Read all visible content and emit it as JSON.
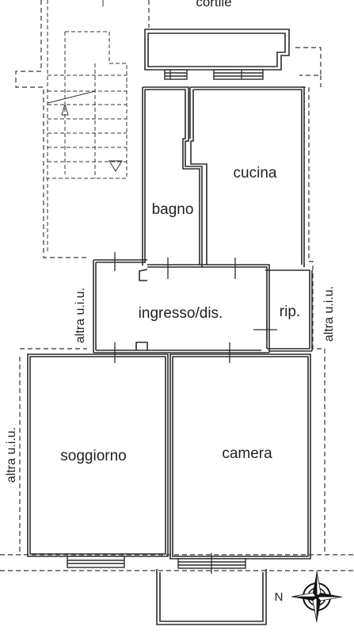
{
  "plan": {
    "rooms": {
      "cortile": "cortile",
      "cucina": "cucina",
      "bagno": "bagno",
      "ingresso": "ingresso/dis.",
      "rip": "rip.",
      "soggiorno": "soggiorno",
      "camera": "camera"
    },
    "neighbors": {
      "left_upper": "altra u.i.u.",
      "right": "altra u.i.u.",
      "left_lower": "altra u.i.u."
    },
    "compass": {
      "label": "N"
    }
  },
  "colors": {
    "wall": "#2b2b2b",
    "background": "#ffffff"
  }
}
